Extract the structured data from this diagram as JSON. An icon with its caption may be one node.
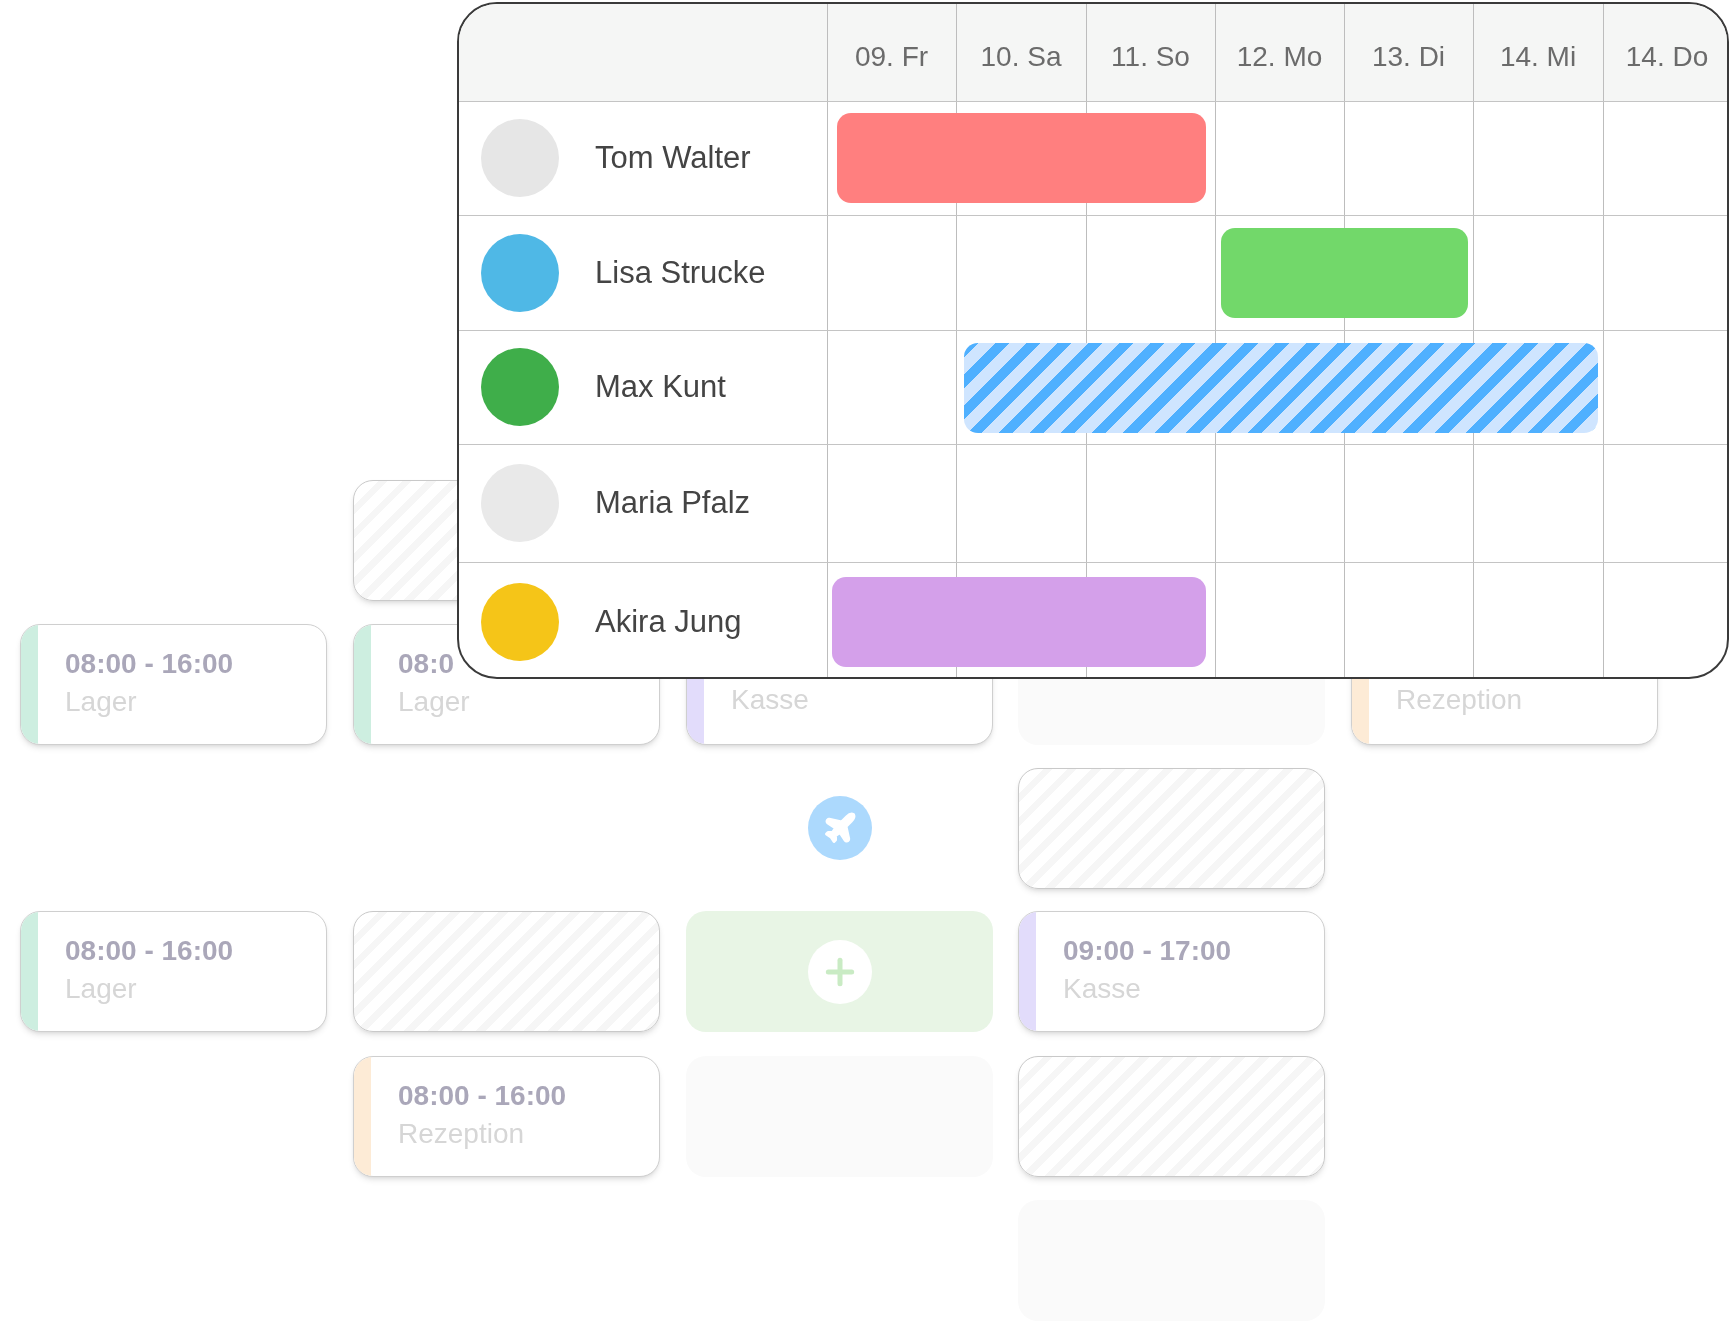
{
  "diagram": {
    "nodes": [
      {
        "text": [],
        "shape": "box"
      },
      {
        "text": [
          "08:00 - 16:00",
          "Lager"
        ]
      },
      {
        "text": [
          "08:0",
          "Lager"
        ]
      },
      {
        "text": [
          "Kasse"
        ]
      },
      {
        "text": [],
        "shape": "box"
      },
      {
        "text": [
          "Rezeption"
        ]
      },
      {
        "text": [],
        "shape": "box"
      },
      {
        "text": [
          "08:00 - 16:00",
          "Lager"
        ]
      },
      {
        "text": [],
        "shape": "box"
      },
      {
        "text": [],
        "shape": "box"
      },
      {
        "text": [
          "09:00 - 17:00",
          "Kasse"
        ]
      },
      {
        "text": [
          "08:00 - 16:00",
          "Rezeption"
        ]
      },
      {
        "text": [],
        "shape": "box"
      },
      {
        "text": [],
        "shape": "box"
      },
      {
        "text": [],
        "shape": "box"
      }
    ],
    "labels": [
      "09. Fr",
      "10. Sa",
      "11. So",
      "12. Mo",
      "13. Di",
      "14. Mi",
      "14. Do",
      "Tom Walter",
      "Lisa Strucke",
      "Max Kunt",
      "Maria Pfalz",
      "Akira Jung"
    ]
  }
}
